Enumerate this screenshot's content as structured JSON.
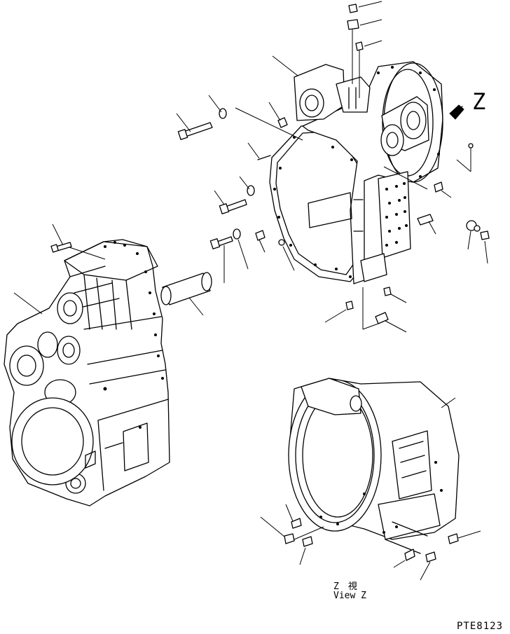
{
  "view_marker": "Z",
  "view_caption_jp": "Z　視",
  "view_caption_en": "View Z",
  "drawing_code": "PTE8123"
}
